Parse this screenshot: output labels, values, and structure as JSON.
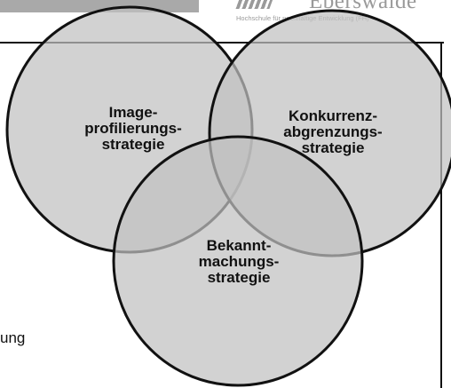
{
  "logo": {
    "wordmark": "Eberswalde",
    "subtitle": "Hochschule für nachhaltige Entwicklung (FH)"
  },
  "diagram": {
    "circles": [
      {
        "id": "image",
        "label": "Image-\nprofilierungs-\nstrategie"
      },
      {
        "id": "konkurrenz",
        "label": "Konkurrenz-\nabgrenzungs-\nstrategie"
      },
      {
        "id": "bekannt",
        "label": "Bekannt-\nmachungs-\nstrategie"
      }
    ],
    "fill_color": "#c0c0c0",
    "stroke_color": "#111111"
  },
  "side_text": "ung"
}
